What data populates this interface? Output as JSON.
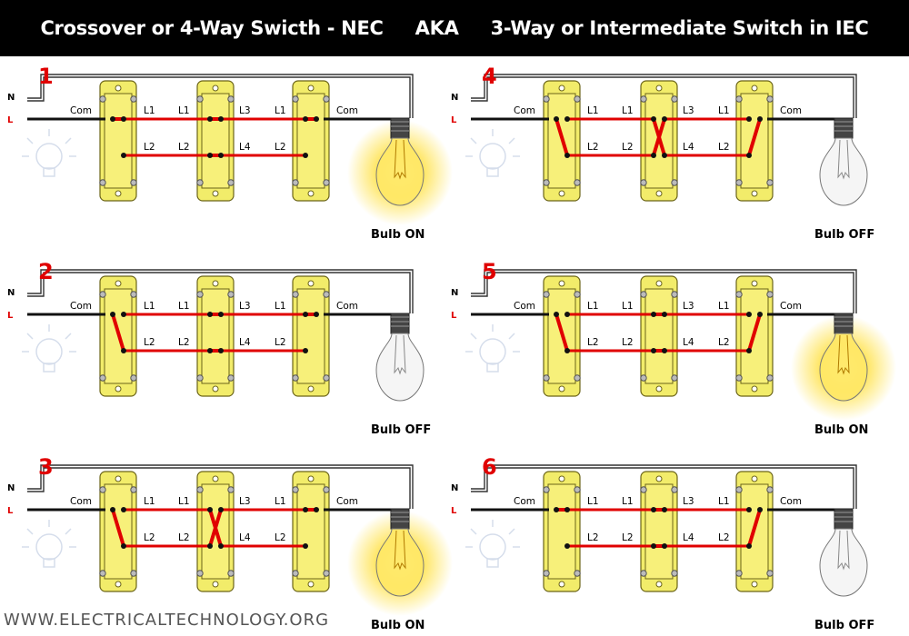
{
  "title": "Crossover or 4-Way Swicth - NEC     AKA     3-Way or Intermediate Switch in IEC",
  "footer_url": "WWW.ELECTRICALTECHNOLOGY.ORG",
  "colors": {
    "live": "#e00000",
    "wire": "#111111",
    "switch_body": "#f2ec6a",
    "glow": "#ffe24a"
  },
  "labels": {
    "neutral": "N",
    "live": "L",
    "com": "Com",
    "l1": "L1",
    "l2": "L2",
    "l3": "L3",
    "l4": "L4"
  },
  "panels": [
    {
      "number": "1",
      "status": "Bulb ON",
      "bulb_on": true,
      "sw1": "straight",
      "sw2": "straight",
      "sw3": "straight"
    },
    {
      "number": "2",
      "status": "Bulb OFF",
      "bulb_on": false,
      "sw1": "diagonal",
      "sw2": "straight",
      "sw3": "straight"
    },
    {
      "number": "3",
      "status": "Bulb ON",
      "bulb_on": true,
      "sw1": "diagonal",
      "sw2": "cross",
      "sw3": "straight"
    },
    {
      "number": "4",
      "status": "Bulb OFF",
      "bulb_on": false,
      "sw1": "diagonal",
      "sw2": "cross",
      "sw3": "diagonal"
    },
    {
      "number": "5",
      "status": "Bulb ON",
      "bulb_on": true,
      "sw1": "diagonal",
      "sw2": "straight",
      "sw3": "diagonal"
    },
    {
      "number": "6",
      "status": "Bulb OFF",
      "bulb_on": false,
      "sw1": "straight",
      "sw2": "straight",
      "sw3": "diagonal"
    }
  ]
}
